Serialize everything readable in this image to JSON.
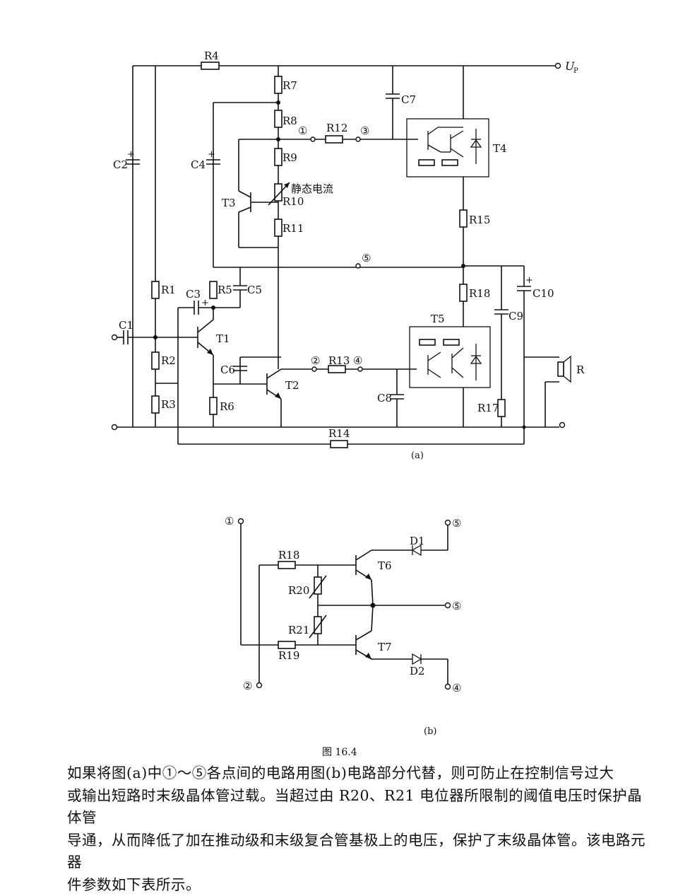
{
  "circuit_a": {
    "supply_label": "U",
    "supply_sub": "P",
    "labels": {
      "R1": "R1",
      "R2": "R2",
      "R3": "R3",
      "R4": "R4",
      "R5": "R5",
      "R6": "R6",
      "R7": "R7",
      "R8": "R8",
      "R9": "R9",
      "R10": "R10",
      "R11": "R11",
      "R12": "R12",
      "R13": "R13",
      "R14": "R14",
      "R15": "R15",
      "R17": "R17",
      "R18": "R18",
      "C1": "C1",
      "C2": "C2",
      "C3": "C3",
      "C4": "C4",
      "C5": "C5",
      "C6": "C6",
      "C7": "C7",
      "C8": "C8",
      "C9": "C9",
      "C10": "C10",
      "T1": "T1",
      "T2": "T2",
      "T3": "T3",
      "T4": "T4",
      "T5": "T5",
      "R": "R",
      "quiescent": "静态电流",
      "n1": "①",
      "n2": "②",
      "n3": "③",
      "n4": "④",
      "n5": "⑤",
      "plus": "+"
    },
    "caption": "(a)"
  },
  "circuit_b": {
    "labels": {
      "R18": "R18",
      "R19": "R19",
      "R20": "R20",
      "R21": "R21",
      "T6": "T6",
      "T7": "T7",
      "D1": "D1",
      "D2": "D2",
      "n1": "①",
      "n2": "②",
      "n4": "④",
      "n5a": "⑤",
      "n5b": "⑤"
    },
    "caption": "(b)"
  },
  "figure_caption": "图 16.4",
  "paragraph": [
    "如果将图(a)中①～⑤各点间的电路用图(b)电路部分代替，则可防止在控制信号过大",
    "或输出短路时末级晶体管过载。当超过由 R20、R21 电位器所限制的阈值电压时保护晶体管",
    "导通，从而降低了加在推动级和末级复合管基极上的电压，保护了末级晶体管。该电路元器",
    "件参数如下表所示。"
  ]
}
